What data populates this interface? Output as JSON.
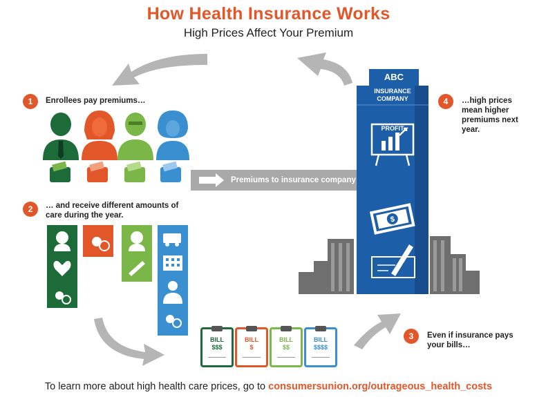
{
  "header": {
    "title": "How Health Insurance Works",
    "subtitle": "High Prices Affect Your Premium"
  },
  "steps": [
    {
      "number": "1",
      "text": "Enrollees pay premiums…"
    },
    {
      "number": "2",
      "text": "… and receive different amounts of care during the year."
    },
    {
      "number": "3",
      "text": "Even if insurance pays your bills…"
    },
    {
      "number": "4",
      "text": "…high prices mean higher premiums next year."
    }
  ],
  "banner": {
    "text": "Premiums to insurance company"
  },
  "building": {
    "name": "ABC",
    "subname_line1": "INSURANCE",
    "subname_line2": "COMPANY",
    "chart_label": "PROFIT"
  },
  "bills": [
    {
      "label": "BILL",
      "amount": "$$$",
      "color": "#1e6b3a"
    },
    {
      "label": "BILL",
      "amount": "$",
      "color": "#e2572a"
    },
    {
      "label": "BILL",
      "amount": "$$",
      "color": "#7ab648"
    },
    {
      "label": "BILL",
      "amount": "$$$$",
      "color": "#3a8fd0"
    }
  ],
  "footer": {
    "text": "To learn more about high health care prices, go to",
    "link": "consumersunion.org/outrageous_health_costs"
  },
  "colors": {
    "accent": "#e2572a",
    "dark_green": "#1e6b3a",
    "orange": "#e2572a",
    "light_green": "#7ab648",
    "blue": "#3a8fd0",
    "building_blue": "#1d5ea8",
    "arrow_gray": "#b5b5b5"
  }
}
